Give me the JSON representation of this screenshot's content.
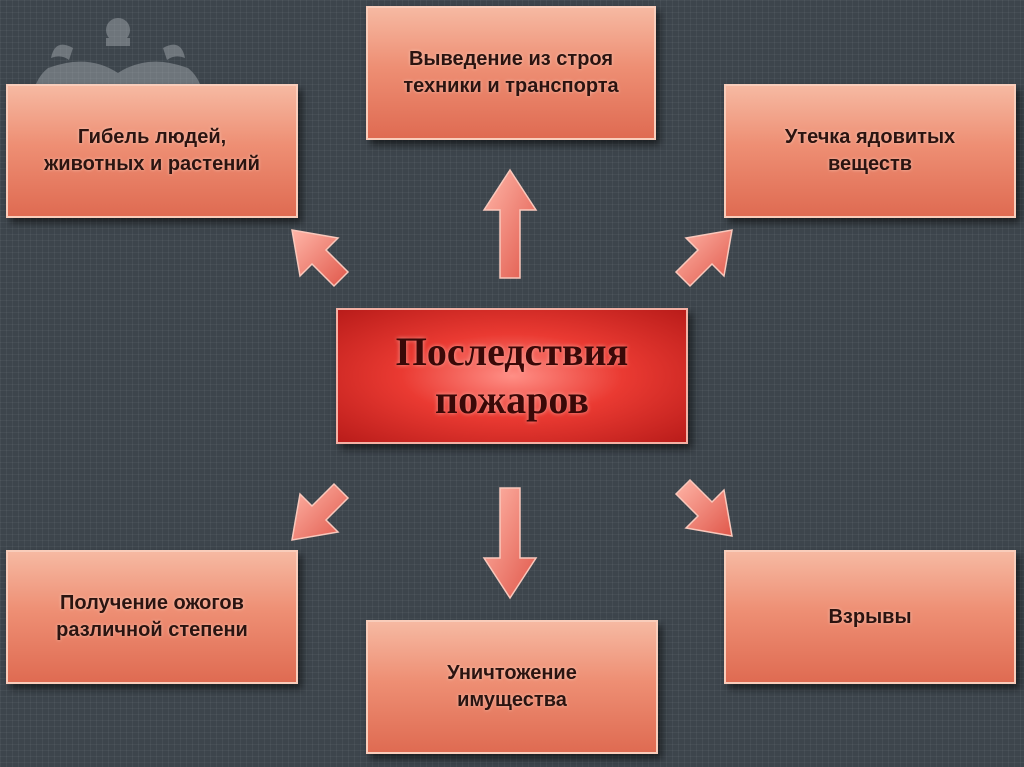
{
  "center": {
    "label": "Последствия\nпожаров"
  },
  "nodes": {
    "top": "Выведение из строя\nтехники и транспорта",
    "top_left": "Гибель людей,\nживотных и растений",
    "top_right": "Утечка ядовитых\nвеществ",
    "bottom_left": "Получение ожогов\nразличной степени",
    "bottom": "Уничтожение\nимущества",
    "bottom_right": "Взрывы"
  },
  "colors": {
    "background": "#3d454c",
    "box_fill": "#ee8f74",
    "center_fill": "#ea3a32",
    "arrow_fill": "#f07a6a"
  }
}
